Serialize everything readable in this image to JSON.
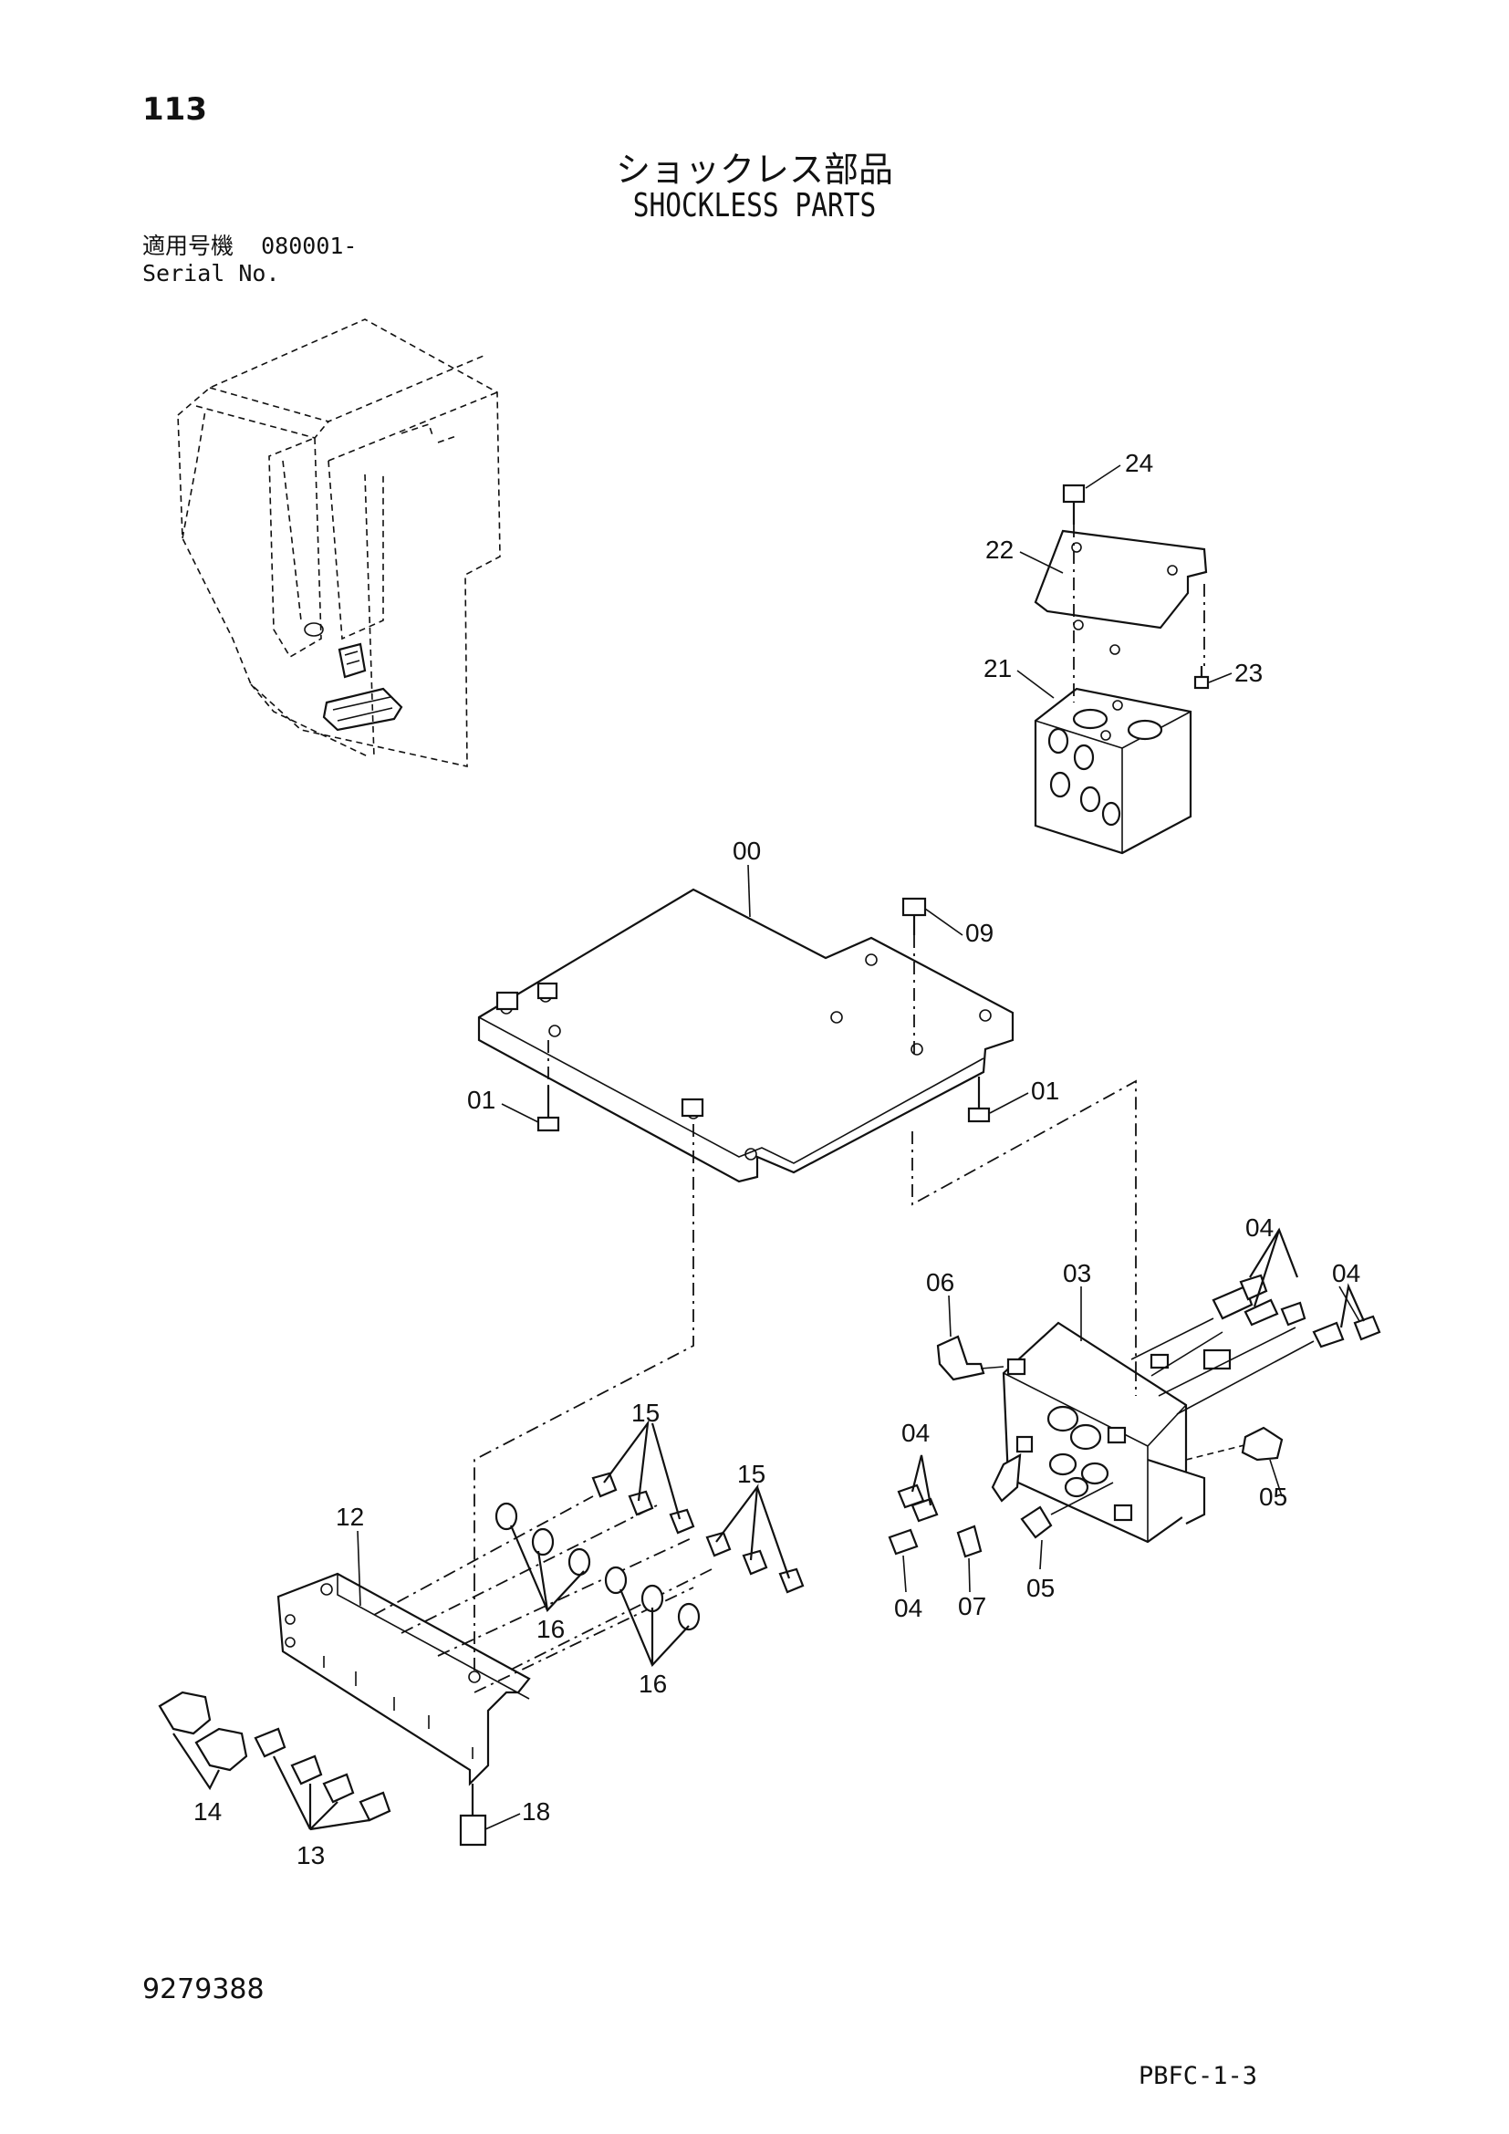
{
  "header": {
    "page_number": "113",
    "title_jp": "ショックレス部品",
    "title_en": "SHOCKLESS PARTS",
    "serial_label_jp": "適用号機",
    "serial_range": "080001-",
    "serial_label_en": "Serial No."
  },
  "footer": {
    "doc_number": "9279388",
    "page_code": "PBFC-1-3"
  },
  "callouts": {
    "c24": "24",
    "c22": "22",
    "c21": "21",
    "c23": "23",
    "c00": "00",
    "c09": "09",
    "c01a": "01",
    "c01b": "01",
    "c06": "06",
    "c03": "03",
    "c04a": "04",
    "c04b": "04",
    "c04c": "04",
    "c04d": "04",
    "c05a": "05",
    "c05b": "05",
    "c07": "07",
    "c15a": "15",
    "c15b": "15",
    "c12": "12",
    "c16a": "16",
    "c16b": "16",
    "c14": "14",
    "c13": "13",
    "c18": "18"
  }
}
